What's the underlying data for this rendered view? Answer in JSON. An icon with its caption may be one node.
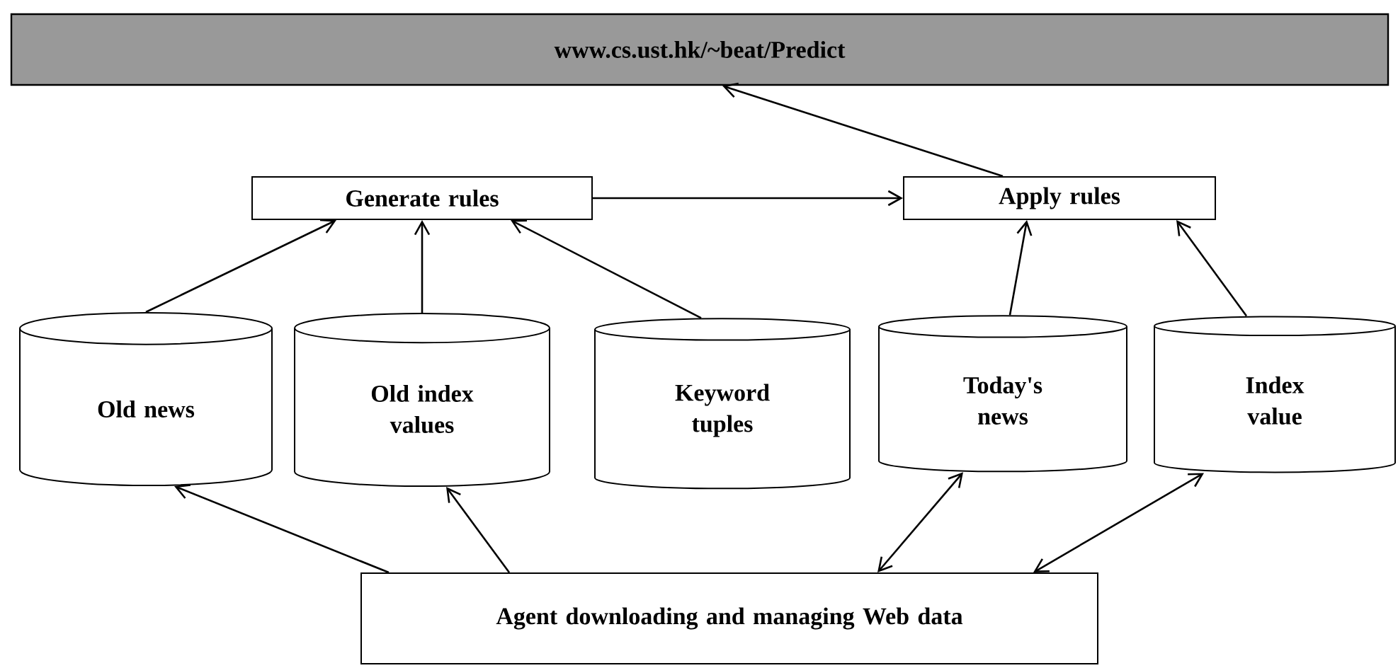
{
  "diagram": {
    "nodes": [
      {
        "text": [
          "www.cs.ust.hk/~beat/Predict"
        ]
      },
      {
        "text": [
          "Generate rules"
        ]
      },
      {
        "text": [
          "Apply rules"
        ]
      },
      {
        "text": [
          "Old news"
        ]
      },
      {
        "text": [
          "Old index values"
        ]
      },
      {
        "text": [
          "Keyword tuples"
        ]
      },
      {
        "text": [
          "Today's news"
        ]
      },
      {
        "text": [
          "Index value"
        ]
      },
      {
        "text": [
          "Agent downloading and managing Web data"
        ]
      }
    ],
    "edges": [
      {
        "from": 2,
        "to": 0,
        "arrow": "to"
      },
      {
        "from": 1,
        "to": 2,
        "arrow": "to"
      },
      {
        "from": 3,
        "to": 1,
        "arrow": "to"
      },
      {
        "from": 4,
        "to": 1,
        "arrow": "to"
      },
      {
        "from": 5,
        "to": 1,
        "arrow": "to"
      },
      {
        "from": 6,
        "to": 2,
        "arrow": "to"
      },
      {
        "from": 7,
        "to": 2,
        "arrow": "to"
      },
      {
        "from": 8,
        "to": 3,
        "arrow": "to"
      },
      {
        "from": 8,
        "to": 4,
        "arrow": "to"
      },
      {
        "from": 8,
        "to": 6,
        "arrow": "both"
      },
      {
        "from": 8,
        "to": 7,
        "arrow": "both"
      }
    ]
  }
}
